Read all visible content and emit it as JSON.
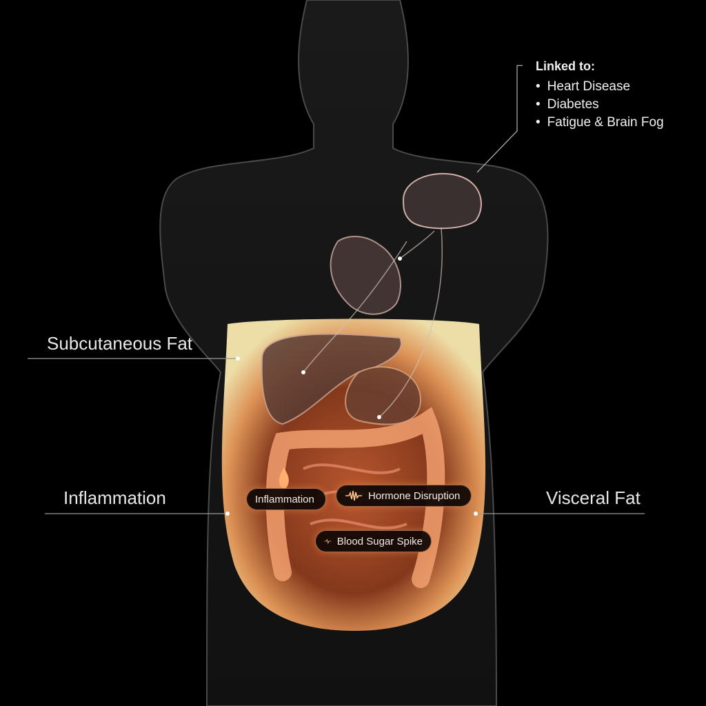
{
  "linked": {
    "title": "Linked to:",
    "items": [
      "Heart Disease",
      "Diabetes",
      "Fatigue & Brain Fog"
    ]
  },
  "labels": {
    "subcutaneous": "Subcutaneous Fat",
    "inflammation": "Inflammation",
    "visceral": "Visceral Fat"
  },
  "pills": {
    "inflammation": "Inflammation",
    "hormone": "Hormone Disruption",
    "blood_sugar": "Blood Sugar Spike"
  },
  "icons": {
    "hormone": "waveform-icon",
    "blood_sugar": "pulse-icon",
    "flame": "flame-icon"
  },
  "colors": {
    "glow_yellow": "#f7e6a8",
    "glow_orange": "#e8804a",
    "silhouette": "#1c1c1c"
  }
}
